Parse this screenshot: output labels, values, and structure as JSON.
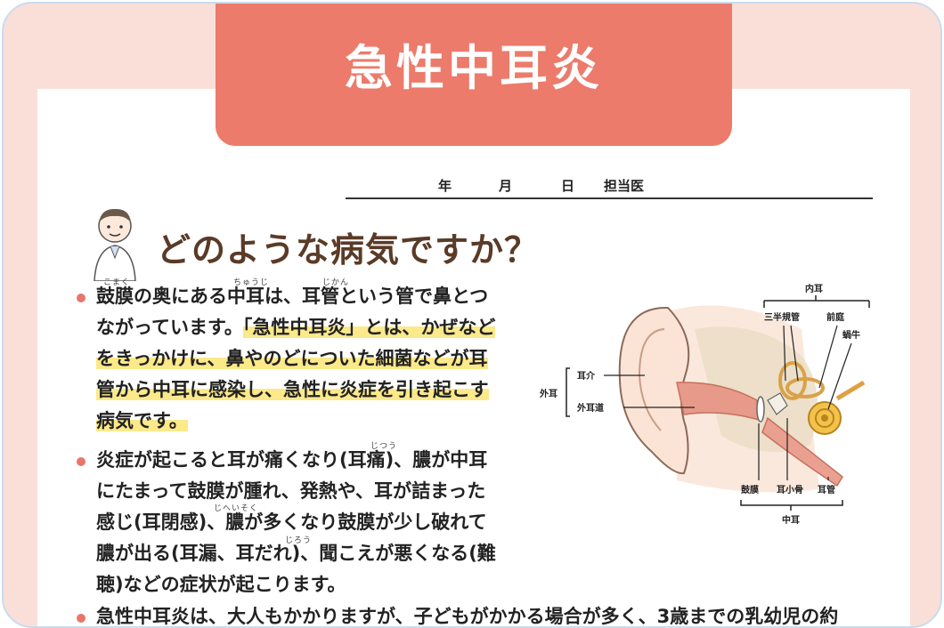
{
  "title": "急性中耳炎",
  "date_line": {
    "year": "年",
    "month": "月",
    "day": "日",
    "doctor": "担当医"
  },
  "heading": "どのような病気ですか？",
  "ruby": {
    "komaku": "こまく",
    "chuji": "ちゅうじ",
    "jikan": "じかん",
    "jitsu": "じつう",
    "jiheisoku": "じへいそく",
    "jiro": "じろう"
  },
  "paragraphs": {
    "p1_plain": "鼓膜の奥にある中耳は、耳管という管で鼻とつながっています。",
    "p1_highlight": "「急性中耳炎」とは、かぜなどをきっかけに、鼻やのどについた細菌などが耳管から中耳に感染し、急性に炎症を引き起こす病気です。",
    "p2": "炎症が起こると耳が痛くなり(耳痛)、膿が中耳にたまって鼓膜が腫れ、発熱や、耳が詰まった感じ(耳閉感)、膿が多くなり鼓膜が少し破れて膿が出る(耳漏、耳だれ)、聞こえが悪くなる(難聴)などの症状が起こります。",
    "p3": "急性中耳炎は、大人もかかりますが、子どもがかかる場合が多く、3歳までの乳幼児の約"
  },
  "diagram": {
    "inner_ear": "内耳",
    "semicircular": "三半規管",
    "vestibule": "前庭",
    "cochlea": "蝸牛",
    "outer_ear": "外耳",
    "auricle": "耳介",
    "ear_canal": "外耳道",
    "eardrum": "鼓膜",
    "ossicles": "耳小骨",
    "eustachian": "耳管",
    "middle_ear": "中耳"
  },
  "colors": {
    "accent": "#ec7b6b",
    "frame_bg": "#fadfd8",
    "highlight": "#fbe98a",
    "heading": "#5a3b27"
  }
}
